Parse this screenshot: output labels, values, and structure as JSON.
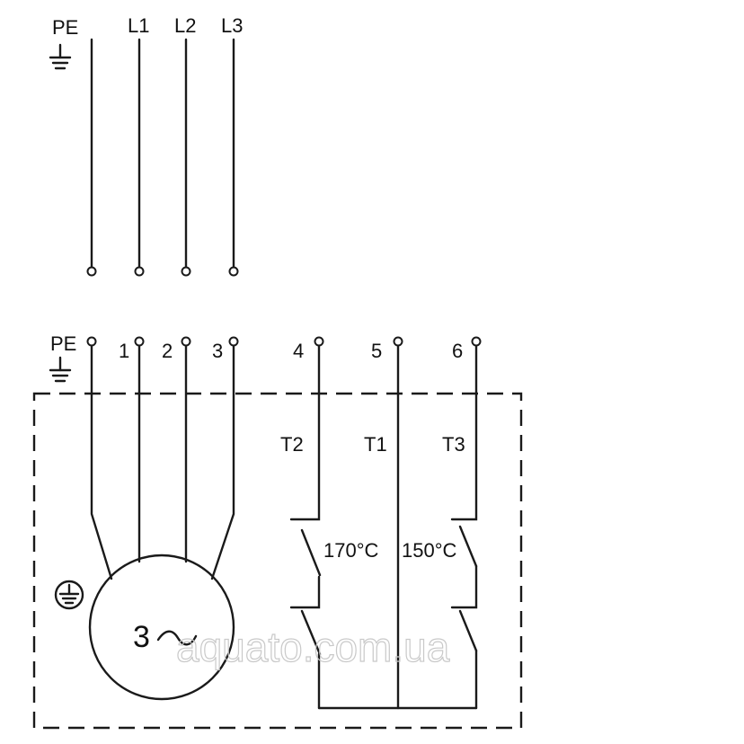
{
  "supply": {
    "pe": "PE",
    "l1": "L1",
    "l2": "L2",
    "l3": "L3"
  },
  "motor_terminals": {
    "pe": "PE",
    "t1": "1",
    "t2": "2",
    "t3": "3",
    "t4": "4",
    "t5": "5",
    "t6": "6"
  },
  "thermal": {
    "sensor_t2": "T2",
    "sensor_t1": "T1",
    "sensor_t3": "T3",
    "temp_high": "170°C",
    "temp_low": "150°C"
  },
  "motor": {
    "phase_label": "3"
  },
  "watermark": "aquato.com.ua"
}
